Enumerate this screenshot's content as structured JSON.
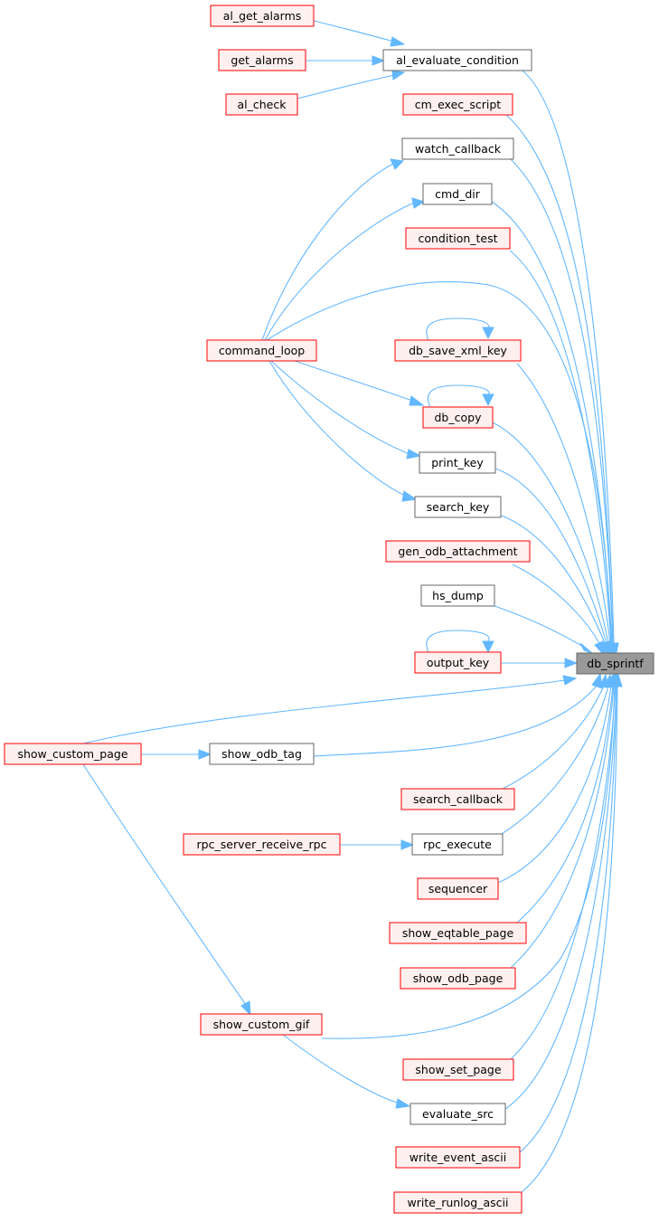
{
  "graph": {
    "kind": "call graph",
    "target": "db_sprintf",
    "colors": {
      "edge": "#63b8ff",
      "target_fill": "#999999",
      "target_border": "#666666",
      "plain_fill": "#ffffff",
      "plain_border": "#666666",
      "truncated_fill": "#fff0f0",
      "truncated_border": "#ff0000"
    },
    "nodes": [
      {
        "id": "db_sprintf",
        "label": "db_sprintf",
        "style": "target"
      },
      {
        "id": "al_get_alarms",
        "label": "al_get_alarms",
        "style": "truncated"
      },
      {
        "id": "get_alarms",
        "label": "get_alarms",
        "style": "truncated"
      },
      {
        "id": "al_check",
        "label": "al_check",
        "style": "truncated"
      },
      {
        "id": "al_evaluate_condition",
        "label": "al_evaluate_condition",
        "style": "plain"
      },
      {
        "id": "cm_exec_script",
        "label": "cm_exec_script",
        "style": "truncated"
      },
      {
        "id": "watch_callback",
        "label": "watch_callback",
        "style": "plain"
      },
      {
        "id": "cmd_dir",
        "label": "cmd_dir",
        "style": "plain"
      },
      {
        "id": "condition_test",
        "label": "condition_test",
        "style": "truncated"
      },
      {
        "id": "command_loop",
        "label": "command_loop",
        "style": "truncated"
      },
      {
        "id": "db_save_xml_key",
        "label": "db_save_xml_key",
        "style": "truncated"
      },
      {
        "id": "db_copy",
        "label": "db_copy",
        "style": "truncated"
      },
      {
        "id": "print_key",
        "label": "print_key",
        "style": "plain"
      },
      {
        "id": "search_key",
        "label": "search_key",
        "style": "plain"
      },
      {
        "id": "gen_odb_attachment",
        "label": "gen_odb_attachment",
        "style": "truncated"
      },
      {
        "id": "hs_dump",
        "label": "hs_dump",
        "style": "plain"
      },
      {
        "id": "output_key",
        "label": "output_key",
        "style": "truncated"
      },
      {
        "id": "show_custom_page",
        "label": "show_custom_page",
        "style": "truncated"
      },
      {
        "id": "show_odb_tag",
        "label": "show_odb_tag",
        "style": "plain"
      },
      {
        "id": "search_callback",
        "label": "search_callback",
        "style": "truncated"
      },
      {
        "id": "rpc_server_receive_rpc",
        "label": "rpc_server_receive_rpc",
        "style": "truncated"
      },
      {
        "id": "rpc_execute",
        "label": "rpc_execute",
        "style": "plain"
      },
      {
        "id": "sequencer",
        "label": "sequencer",
        "style": "truncated"
      },
      {
        "id": "show_eqtable_page",
        "label": "show_eqtable_page",
        "style": "truncated"
      },
      {
        "id": "show_odb_page",
        "label": "show_odb_page",
        "style": "truncated"
      },
      {
        "id": "show_custom_gif",
        "label": "show_custom_gif",
        "style": "truncated"
      },
      {
        "id": "show_set_page",
        "label": "show_set_page",
        "style": "truncated"
      },
      {
        "id": "evaluate_src",
        "label": "evaluate_src",
        "style": "plain"
      },
      {
        "id": "write_event_ascii",
        "label": "write_event_ascii",
        "style": "truncated"
      },
      {
        "id": "write_runlog_ascii",
        "label": "write_runlog_ascii",
        "style": "truncated"
      }
    ],
    "edges": [
      {
        "from": "al_get_alarms",
        "to": "al_evaluate_condition"
      },
      {
        "from": "get_alarms",
        "to": "al_evaluate_condition"
      },
      {
        "from": "al_check",
        "to": "al_evaluate_condition"
      },
      {
        "from": "al_evaluate_condition",
        "to": "db_sprintf"
      },
      {
        "from": "cm_exec_script",
        "to": "db_sprintf"
      },
      {
        "from": "watch_callback",
        "to": "db_sprintf"
      },
      {
        "from": "cmd_dir",
        "to": "db_sprintf"
      },
      {
        "from": "condition_test",
        "to": "db_sprintf"
      },
      {
        "from": "command_loop",
        "to": "watch_callback"
      },
      {
        "from": "command_loop",
        "to": "cmd_dir"
      },
      {
        "from": "command_loop",
        "to": "db_sprintf"
      },
      {
        "from": "command_loop",
        "to": "db_copy"
      },
      {
        "from": "command_loop",
        "to": "print_key"
      },
      {
        "from": "command_loop",
        "to": "search_key"
      },
      {
        "from": "db_save_xml_key",
        "to": "db_save_xml_key"
      },
      {
        "from": "db_save_xml_key",
        "to": "db_sprintf"
      },
      {
        "from": "db_copy",
        "to": "db_copy"
      },
      {
        "from": "db_copy",
        "to": "db_sprintf"
      },
      {
        "from": "print_key",
        "to": "db_sprintf"
      },
      {
        "from": "search_key",
        "to": "db_sprintf"
      },
      {
        "from": "gen_odb_attachment",
        "to": "db_sprintf"
      },
      {
        "from": "hs_dump",
        "to": "db_sprintf"
      },
      {
        "from": "output_key",
        "to": "output_key"
      },
      {
        "from": "output_key",
        "to": "db_sprintf"
      },
      {
        "from": "show_custom_page",
        "to": "db_sprintf"
      },
      {
        "from": "show_custom_page",
        "to": "show_odb_tag"
      },
      {
        "from": "show_custom_page",
        "to": "show_custom_gif"
      },
      {
        "from": "show_odb_tag",
        "to": "db_sprintf"
      },
      {
        "from": "search_callback",
        "to": "db_sprintf"
      },
      {
        "from": "rpc_server_receive_rpc",
        "to": "rpc_execute"
      },
      {
        "from": "rpc_execute",
        "to": "db_sprintf"
      },
      {
        "from": "sequencer",
        "to": "db_sprintf"
      },
      {
        "from": "show_eqtable_page",
        "to": "db_sprintf"
      },
      {
        "from": "show_odb_page",
        "to": "db_sprintf"
      },
      {
        "from": "show_custom_gif",
        "to": "db_sprintf"
      },
      {
        "from": "show_custom_gif",
        "to": "evaluate_src"
      },
      {
        "from": "show_set_page",
        "to": "db_sprintf"
      },
      {
        "from": "evaluate_src",
        "to": "db_sprintf"
      },
      {
        "from": "write_event_ascii",
        "to": "db_sprintf"
      },
      {
        "from": "write_runlog_ascii",
        "to": "db_sprintf"
      }
    ]
  }
}
